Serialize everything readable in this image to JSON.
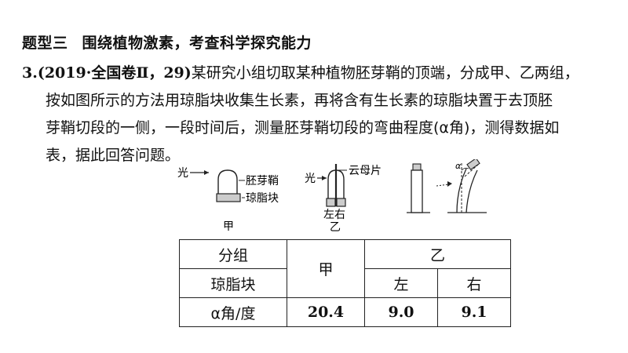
{
  "heading": {
    "label": "题型三",
    "title": "围绕植物激素，考查科学探究能力"
  },
  "question": {
    "number": "3.(2019·全国卷Ⅱ，29)",
    "lines": [
      "某研究小组切取某种植物胚芽鞘的顶端，分成甲、乙两组，",
      "按如图所示的方法用琼脂块收集生长素，再将含有生长素的琼脂块置于去顶胚",
      "芽鞘切段的一侧，一段时间后，测量胚芽鞘切段的弯曲程度(α角)，测得数据如",
      "表，据此回答问题。"
    ]
  },
  "figure": {
    "jia": {
      "light": "光",
      "coleoptile": "胚芽鞘",
      "agar": "琼脂块",
      "caption": "甲"
    },
    "yi": {
      "light": "光",
      "mica": "云母片",
      "left_right": "左右",
      "caption": "乙"
    },
    "angle": "α"
  },
  "table": {
    "group_header": "分组",
    "block_header": "琼脂块",
    "jia": "甲",
    "yi": "乙",
    "left": "左",
    "right": "右",
    "angle_label": "α角/度",
    "values": {
      "jia": "20.4",
      "left": "9.0",
      "right": "9.1"
    }
  }
}
